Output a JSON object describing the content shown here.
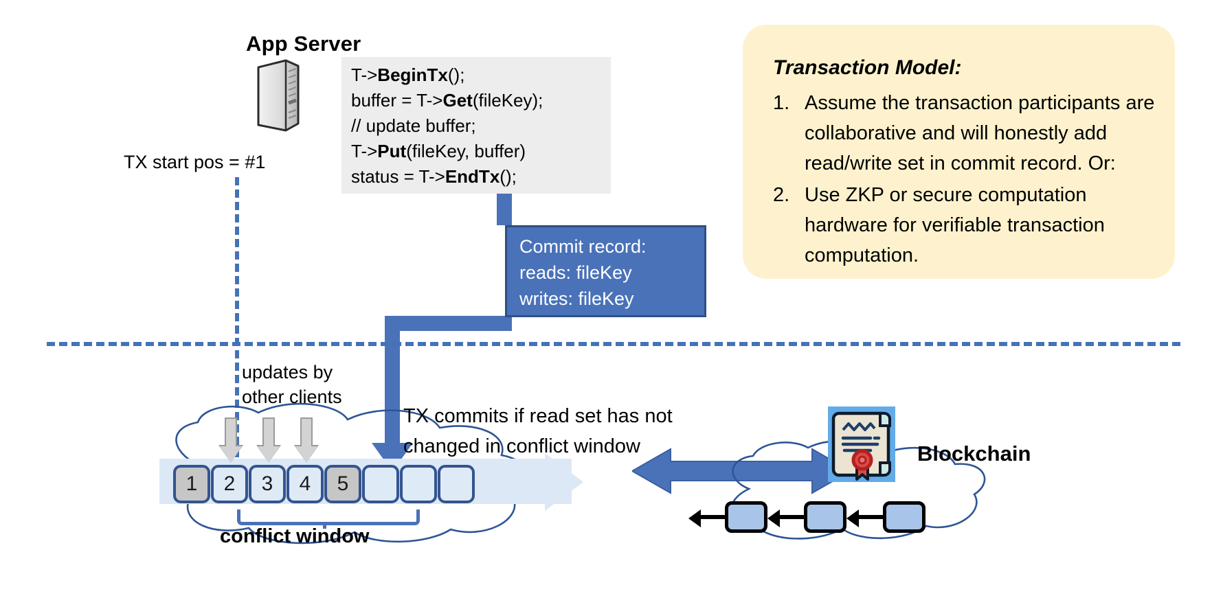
{
  "diagram": {
    "title_app_server": "App Server",
    "code": [
      {
        "pre": "T->",
        "bold": "BeginTx",
        "post": "();"
      },
      {
        "pre": "buffer = T->",
        "bold": "Get",
        "post": "(fileKey);"
      },
      {
        "pre": "// update buffer;",
        "bold": "",
        "post": ""
      },
      {
        "pre": "T->",
        "bold": "Put",
        "post": "(fileKey, buffer)"
      },
      {
        "pre": "status = T->",
        "bold": "EndTx",
        "post": "();"
      }
    ],
    "tx_start_label": "TX start pos = #1",
    "commit_record": {
      "title": "Commit record:",
      "reads": "reads: fileKey",
      "writes": "writes: fileKey"
    },
    "transaction_model": {
      "heading": "Transaction Model:",
      "items": [
        {
          "num": "1.",
          "text": "Assume the transaction participants are collaborative and will honestly add read/write set in commit record.  Or:"
        },
        {
          "num": "2.",
          "text": "Use ZKP or secure computation hardware for verifiable transaction computation."
        }
      ]
    },
    "updates_label_line1": "updates by",
    "updates_label_line2": "other clients",
    "commit_condition_line1": "TX commits if read set has not",
    "commit_condition_line2": "changed in conflict window",
    "conflict_window_label": "conflict window",
    "blockchain_label": "Blockchain",
    "log_blocks": [
      {
        "label": "1",
        "state": "filled"
      },
      {
        "label": "2",
        "state": "empty"
      },
      {
        "label": "3",
        "state": "empty"
      },
      {
        "label": "4",
        "state": "empty"
      },
      {
        "label": "5",
        "state": "filled"
      },
      {
        "label": "",
        "state": "empty"
      },
      {
        "label": "",
        "state": "empty"
      },
      {
        "label": "",
        "state": "empty"
      }
    ],
    "icons": {
      "server": "server-tower-icon",
      "certificate": "certificate-seal-icon",
      "chevron": "log-continuation-chevron-icon"
    },
    "colors": {
      "accent_blue": "#4a72b8",
      "block_border": "#33548f",
      "block_fill": "#dfeaf7",
      "block_filled": "#c6c6c6",
      "callout_bg": "#fdf2cd",
      "code_bg": "#ededed",
      "commit_bg": "#4a72b8",
      "band": "#dce8f6",
      "seal_red": "#d94b4b"
    }
  }
}
